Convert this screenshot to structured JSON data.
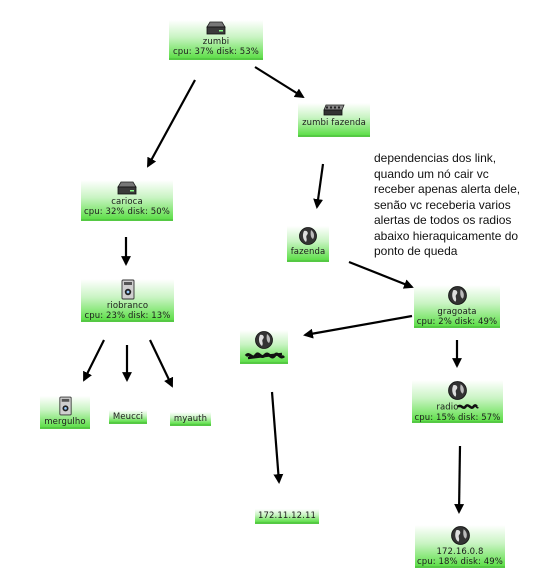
{
  "nodes": {
    "zumbi": {
      "label": "zumbi",
      "stats": "cpu: 37% disk: 53%",
      "icon": "server-icon"
    },
    "zumbi_fazenda": {
      "label": "zumbi fazenda",
      "icon": "switch-icon"
    },
    "carioca": {
      "label": "carioca",
      "stats": "cpu: 32% disk: 50%",
      "icon": "server-icon"
    },
    "riobranco": {
      "label": "riobranco",
      "stats": "cpu: 23% disk: 13%",
      "icon": "mac-tower-icon"
    },
    "mergulho": {
      "label": "mergulho",
      "icon": "mac-tower-icon"
    },
    "meucci": {
      "label": "Meucci"
    },
    "myauth": {
      "label": "myauth"
    },
    "fazenda": {
      "label": "fazenda",
      "icon": "globe-icon"
    },
    "gragoata": {
      "label": "gragoata",
      "stats": "cpu: 2% disk: 49%",
      "icon": "globe-icon"
    },
    "redacted": {
      "icon": "globe-icon"
    },
    "radio": {
      "label": "radio",
      "stats": "cpu: 15% disk: 57%",
      "icon": "globe-icon"
    },
    "ip_172_11": {
      "label": "172.11.12.11"
    },
    "ip_172_16": {
      "label": "172.16.0.8",
      "stats": "cpu: 18% disk: 49%",
      "icon": "globe-icon"
    }
  },
  "note": "dependencias dos link,\nquando um nó cair vc\nreceber apenas alerta dele,\nsenão vc receberia varios\nalertas de todos os radios\nabaixo hieraquicamente do\nponto de queda",
  "colors": {
    "node_green": "#5fdf4a",
    "edge": "#000000"
  }
}
